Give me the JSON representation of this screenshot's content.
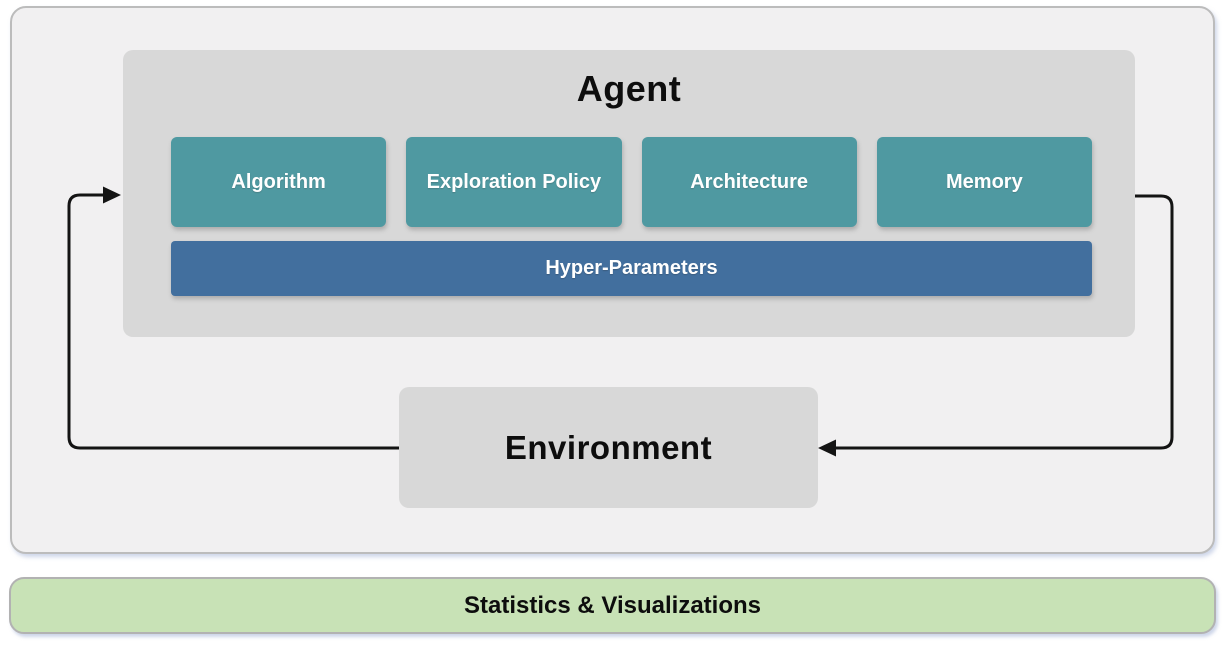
{
  "diagram": {
    "agent": {
      "title": "Agent",
      "components": [
        {
          "label": "Algorithm"
        },
        {
          "label": "Exploration Policy"
        },
        {
          "label": "Architecture"
        },
        {
          "label": "Memory"
        }
      ],
      "hyper_parameters_label": "Hyper-Parameters"
    },
    "environment": {
      "title": "Environment"
    },
    "footer": {
      "label": "Statistics & Visualizations"
    },
    "arrows": [
      {
        "name": "environment-to-agent",
        "direction": "from Environment left side up into Agent left side"
      },
      {
        "name": "agent-to-environment",
        "direction": "from Agent right side down into Environment right side"
      }
    ],
    "colors": {
      "component_teal": "#4f99a1",
      "hyper_parameters_blue": "#426f9e",
      "container_gray": "#d8d8d8",
      "outer_background": "#f1f0f1",
      "outer_border": "#bcbcbc",
      "footer_green": "#c8e2b6",
      "footer_border": "#b2b2b2",
      "arrow_black": "#141414",
      "label_white": "#ffffff",
      "text_black": "#0d0d0d"
    }
  }
}
